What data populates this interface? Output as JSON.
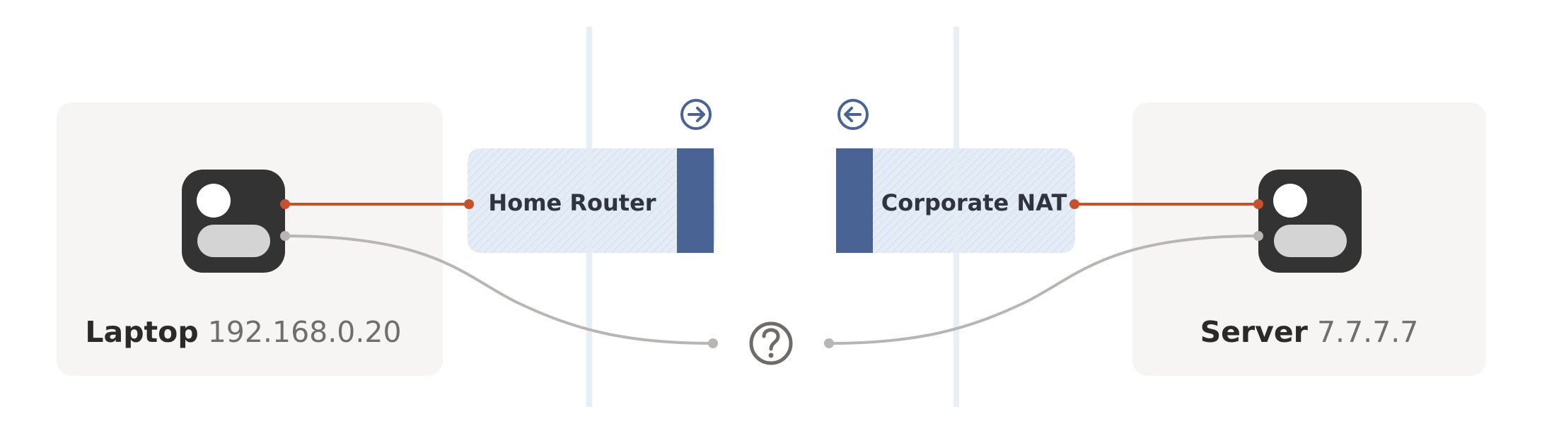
{
  "diagram": {
    "laptop": {
      "name": "Laptop",
      "ip": "192.168.0.20"
    },
    "server": {
      "name": "Server",
      "ip": "7.7.7.7"
    },
    "home_router": {
      "label": "Home Router",
      "direction_icon": "arrow-right-circle-icon"
    },
    "corporate_nat": {
      "label": "Corporate NAT",
      "direction_icon": "arrow-left-circle-icon"
    },
    "unknown_path_icon": "question-circle-icon",
    "colors": {
      "panel_background": "#f6f5f4",
      "device_body": "#333333",
      "device_light": "#d4d4d4",
      "nat_fill": "#e4ecf6",
      "nat_bar": "#486394",
      "wired_link": "#c4512f",
      "unknown_link": "#b8b5b3",
      "boundary_line": "#e3ecf4",
      "question_icon": "#6e6b69"
    }
  }
}
